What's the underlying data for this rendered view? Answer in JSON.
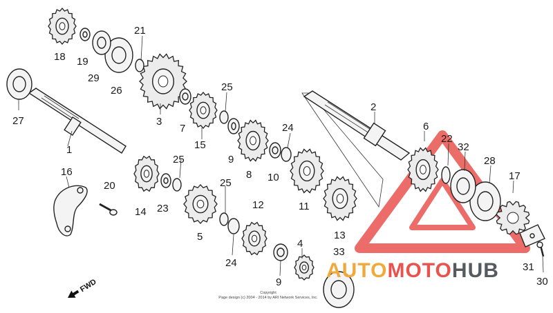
{
  "parts": [
    {
      "id": "p1",
      "label": "1",
      "kind": "shaft"
    },
    {
      "id": "p2",
      "label": "2",
      "kind": "shaft"
    },
    {
      "id": "p3",
      "label": "3",
      "kind": "gear"
    },
    {
      "id": "p4",
      "label": "4",
      "kind": "gear"
    },
    {
      "id": "p5",
      "label": "5",
      "kind": "bushing"
    },
    {
      "id": "p6",
      "label": "6",
      "kind": "gear"
    },
    {
      "id": "p7",
      "label": "7",
      "kind": "gear"
    },
    {
      "id": "p8",
      "label": "8",
      "kind": "gear"
    },
    {
      "id": "p9a",
      "label": "9",
      "kind": "washer"
    },
    {
      "id": "p9b",
      "label": "9",
      "kind": "bushing"
    },
    {
      "id": "p10",
      "label": "10",
      "kind": "bushing"
    },
    {
      "id": "p11",
      "label": "11",
      "kind": "gear"
    },
    {
      "id": "p12",
      "label": "12",
      "kind": "gear"
    },
    {
      "id": "p13",
      "label": "13",
      "kind": "gear"
    },
    {
      "id": "p14",
      "label": "14",
      "kind": "gear"
    },
    {
      "id": "p15",
      "label": "15",
      "kind": "gear"
    },
    {
      "id": "p16",
      "label": "16",
      "kind": "plate"
    },
    {
      "id": "p17",
      "label": "17",
      "kind": "sprocket"
    },
    {
      "id": "p18",
      "label": "18",
      "kind": "gear"
    },
    {
      "id": "p19",
      "label": "19",
      "kind": "washer"
    },
    {
      "id": "p20",
      "label": "20",
      "kind": "bolt"
    },
    {
      "id": "p21",
      "label": "21",
      "kind": "ring"
    },
    {
      "id": "p22",
      "label": "22",
      "kind": "ring"
    },
    {
      "id": "p23",
      "label": "23",
      "kind": "washer"
    },
    {
      "id": "p24a",
      "label": "24",
      "kind": "washer"
    },
    {
      "id": "p24b",
      "label": "24",
      "kind": "washer"
    },
    {
      "id": "p25a",
      "label": "25",
      "kind": "clip"
    },
    {
      "id": "p25b",
      "label": "25",
      "kind": "clip"
    },
    {
      "id": "p25c",
      "label": "25",
      "kind": "clip"
    },
    {
      "id": "p26",
      "label": "26",
      "kind": "bearing"
    },
    {
      "id": "p27",
      "label": "27",
      "kind": "bearing"
    },
    {
      "id": "p28",
      "label": "28",
      "kind": "bearing"
    },
    {
      "id": "p29",
      "label": "29",
      "kind": "bearing"
    },
    {
      "id": "p30",
      "label": "30",
      "kind": "bolt"
    },
    {
      "id": "p31",
      "label": "31",
      "kind": "plate"
    },
    {
      "id": "p32",
      "label": "32",
      "kind": "bearing"
    },
    {
      "id": "p33",
      "label": "33",
      "kind": "bearing"
    }
  ],
  "fwd_label": "FWD",
  "copyright_line1": "Copyright",
  "copyright_line2": "Page design (c) 2004 - 2014 by ARI Network Services, Inc.",
  "watermark": {
    "part1": "AUTO",
    "part2": "MOTO",
    "part3": "HUB",
    "color_auto": "#f0a93a",
    "color_moto": "#e8534e",
    "color_hub": "#555a5e"
  }
}
